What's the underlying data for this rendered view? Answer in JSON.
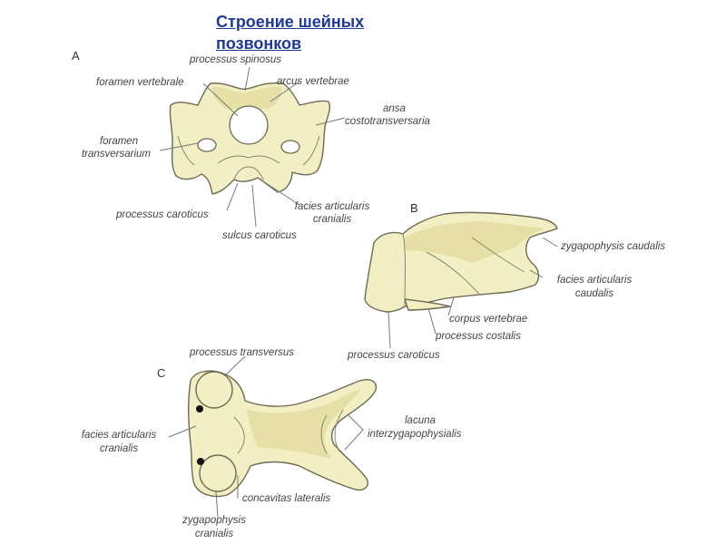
{
  "title": {
    "line1": "Строение шейных",
    "line2": "позвонков"
  },
  "colors": {
    "bone_fill": "#f3efc4",
    "bone_stroke": "#6d6a55",
    "title": "#1f3a93",
    "leader": "#777777",
    "foramen_dot": "#111111"
  },
  "panels": {
    "A": {
      "letter": "A",
      "labels": {
        "processus_spinosus": "processus spinosus",
        "foramen_vertebrale": "foramen vertebrale",
        "arcus_vertebrae": "arcus vertebrae",
        "ansa_1": "ansa",
        "ansa_2": "costotransversaria",
        "foramen_transversarium_1": "foramen",
        "foramen_transversarium_2": "transversarium",
        "processus_caroticus": "processus caroticus",
        "facies_articularis_cranialis_1": "facies articularis",
        "facies_articularis_cranialis_2": "cranialis",
        "sulcus_caroticus": "sulcus caroticus"
      }
    },
    "B": {
      "letter": "B",
      "labels": {
        "zygapophysis_caudalis": "zygapophysis caudalis",
        "facies_articularis_caudalis_1": "facies articularis",
        "facies_articularis_caudalis_2": "caudalis",
        "corpus_vertebrae": "corpus vertebrae",
        "processus_costalis": "processus costalis",
        "processus_caroticus": "processus caroticus"
      }
    },
    "C": {
      "letter": "C",
      "labels": {
        "processus_transversus": "processus transversus",
        "lacuna_1": "lacuna",
        "lacuna_2": "interzygapophysialis",
        "facies_articularis_cranialis_1": "facies articularis",
        "facies_articularis_cranialis_2": "cranialis",
        "concavitas_lateralis": "concavitas lateralis",
        "zygapophysis_cranialis_1": "zygapophysis",
        "zygapophysis_cranialis_2": "cranialis"
      }
    }
  }
}
